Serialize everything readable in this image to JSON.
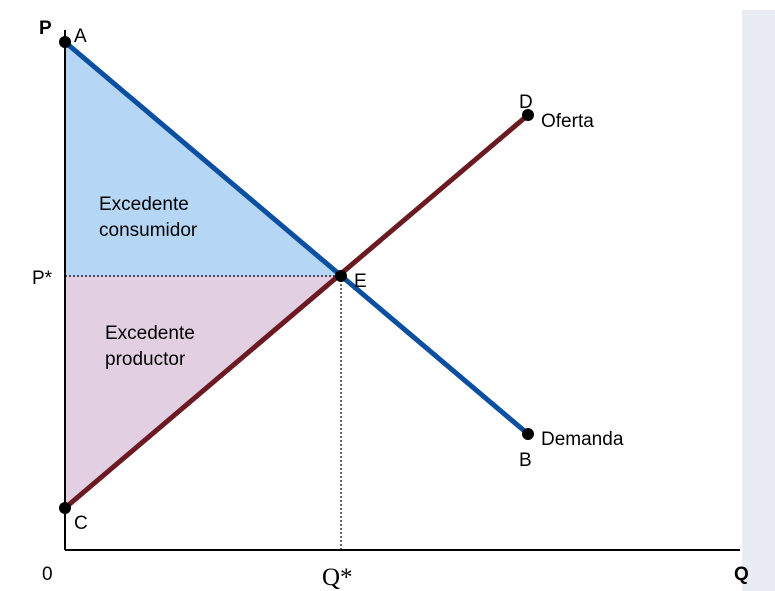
{
  "axes": {
    "y_label": "P",
    "x_label": "Q",
    "origin_label": "0",
    "price_eq_label": "P*",
    "quantity_eq_label": "Q*"
  },
  "points": {
    "A": "A",
    "B": "B",
    "C": "C",
    "D": "D",
    "E": "E"
  },
  "curves": {
    "supply": "Oferta",
    "demand": "Demanda"
  },
  "areas": {
    "consumer_line1": "Excedente",
    "consumer_line2": "consumidor",
    "producer_line1": "Excedente",
    "producer_line2": "productor"
  },
  "colors": {
    "demand_line": "#0b4fa0",
    "supply_line": "#6b1a22",
    "consumer_fill": "#b5d6f5",
    "producer_fill": "#e3cfe2",
    "background_right_edge": "#e9ecf2"
  }
}
